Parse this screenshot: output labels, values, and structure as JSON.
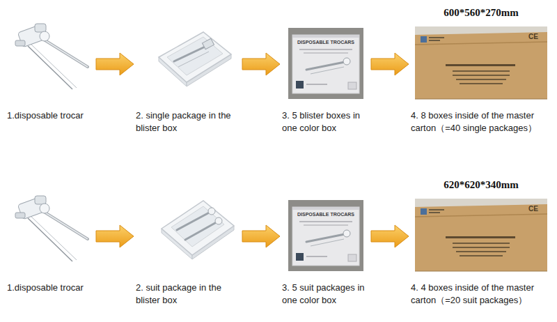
{
  "diagram": {
    "nodes": [
      {
        "text": [
          "1.disposable trocar"
        ]
      },
      {
        "text": [
          "2. single package in the blister box"
        ]
      },
      {
        "text": [
          "3. 5 blister boxes in one color box"
        ]
      },
      {
        "text": [
          "4. 8 boxes inside of the master carton（=40 single packages）"
        ]
      },
      {
        "text": [
          "1.disposable trocar"
        ]
      },
      {
        "text": [
          "2. suit package in the blister box"
        ]
      },
      {
        "text": [
          "3. 5 suit packages in one color box"
        ]
      },
      {
        "text": [
          "4. 4 boxes inside of the master carton（=20 suit packages）"
        ]
      }
    ],
    "edges": [
      {
        "from": 0,
        "to": 1,
        "arrow": "to"
      },
      {
        "from": 1,
        "to": 2,
        "arrow": "to"
      },
      {
        "from": 2,
        "to": 3,
        "arrow": "to"
      },
      {
        "from": 4,
        "to": 5,
        "arrow": "to"
      },
      {
        "from": 5,
        "to": 6,
        "arrow": "to"
      },
      {
        "from": 6,
        "to": 7,
        "arrow": "to"
      }
    ],
    "labels": [
      "600*560*270mm",
      "DISPOSABLE TROCARS",
      "CE",
      "620*620*340mm",
      "DISPOSABLE TROCARS",
      "CE"
    ]
  }
}
